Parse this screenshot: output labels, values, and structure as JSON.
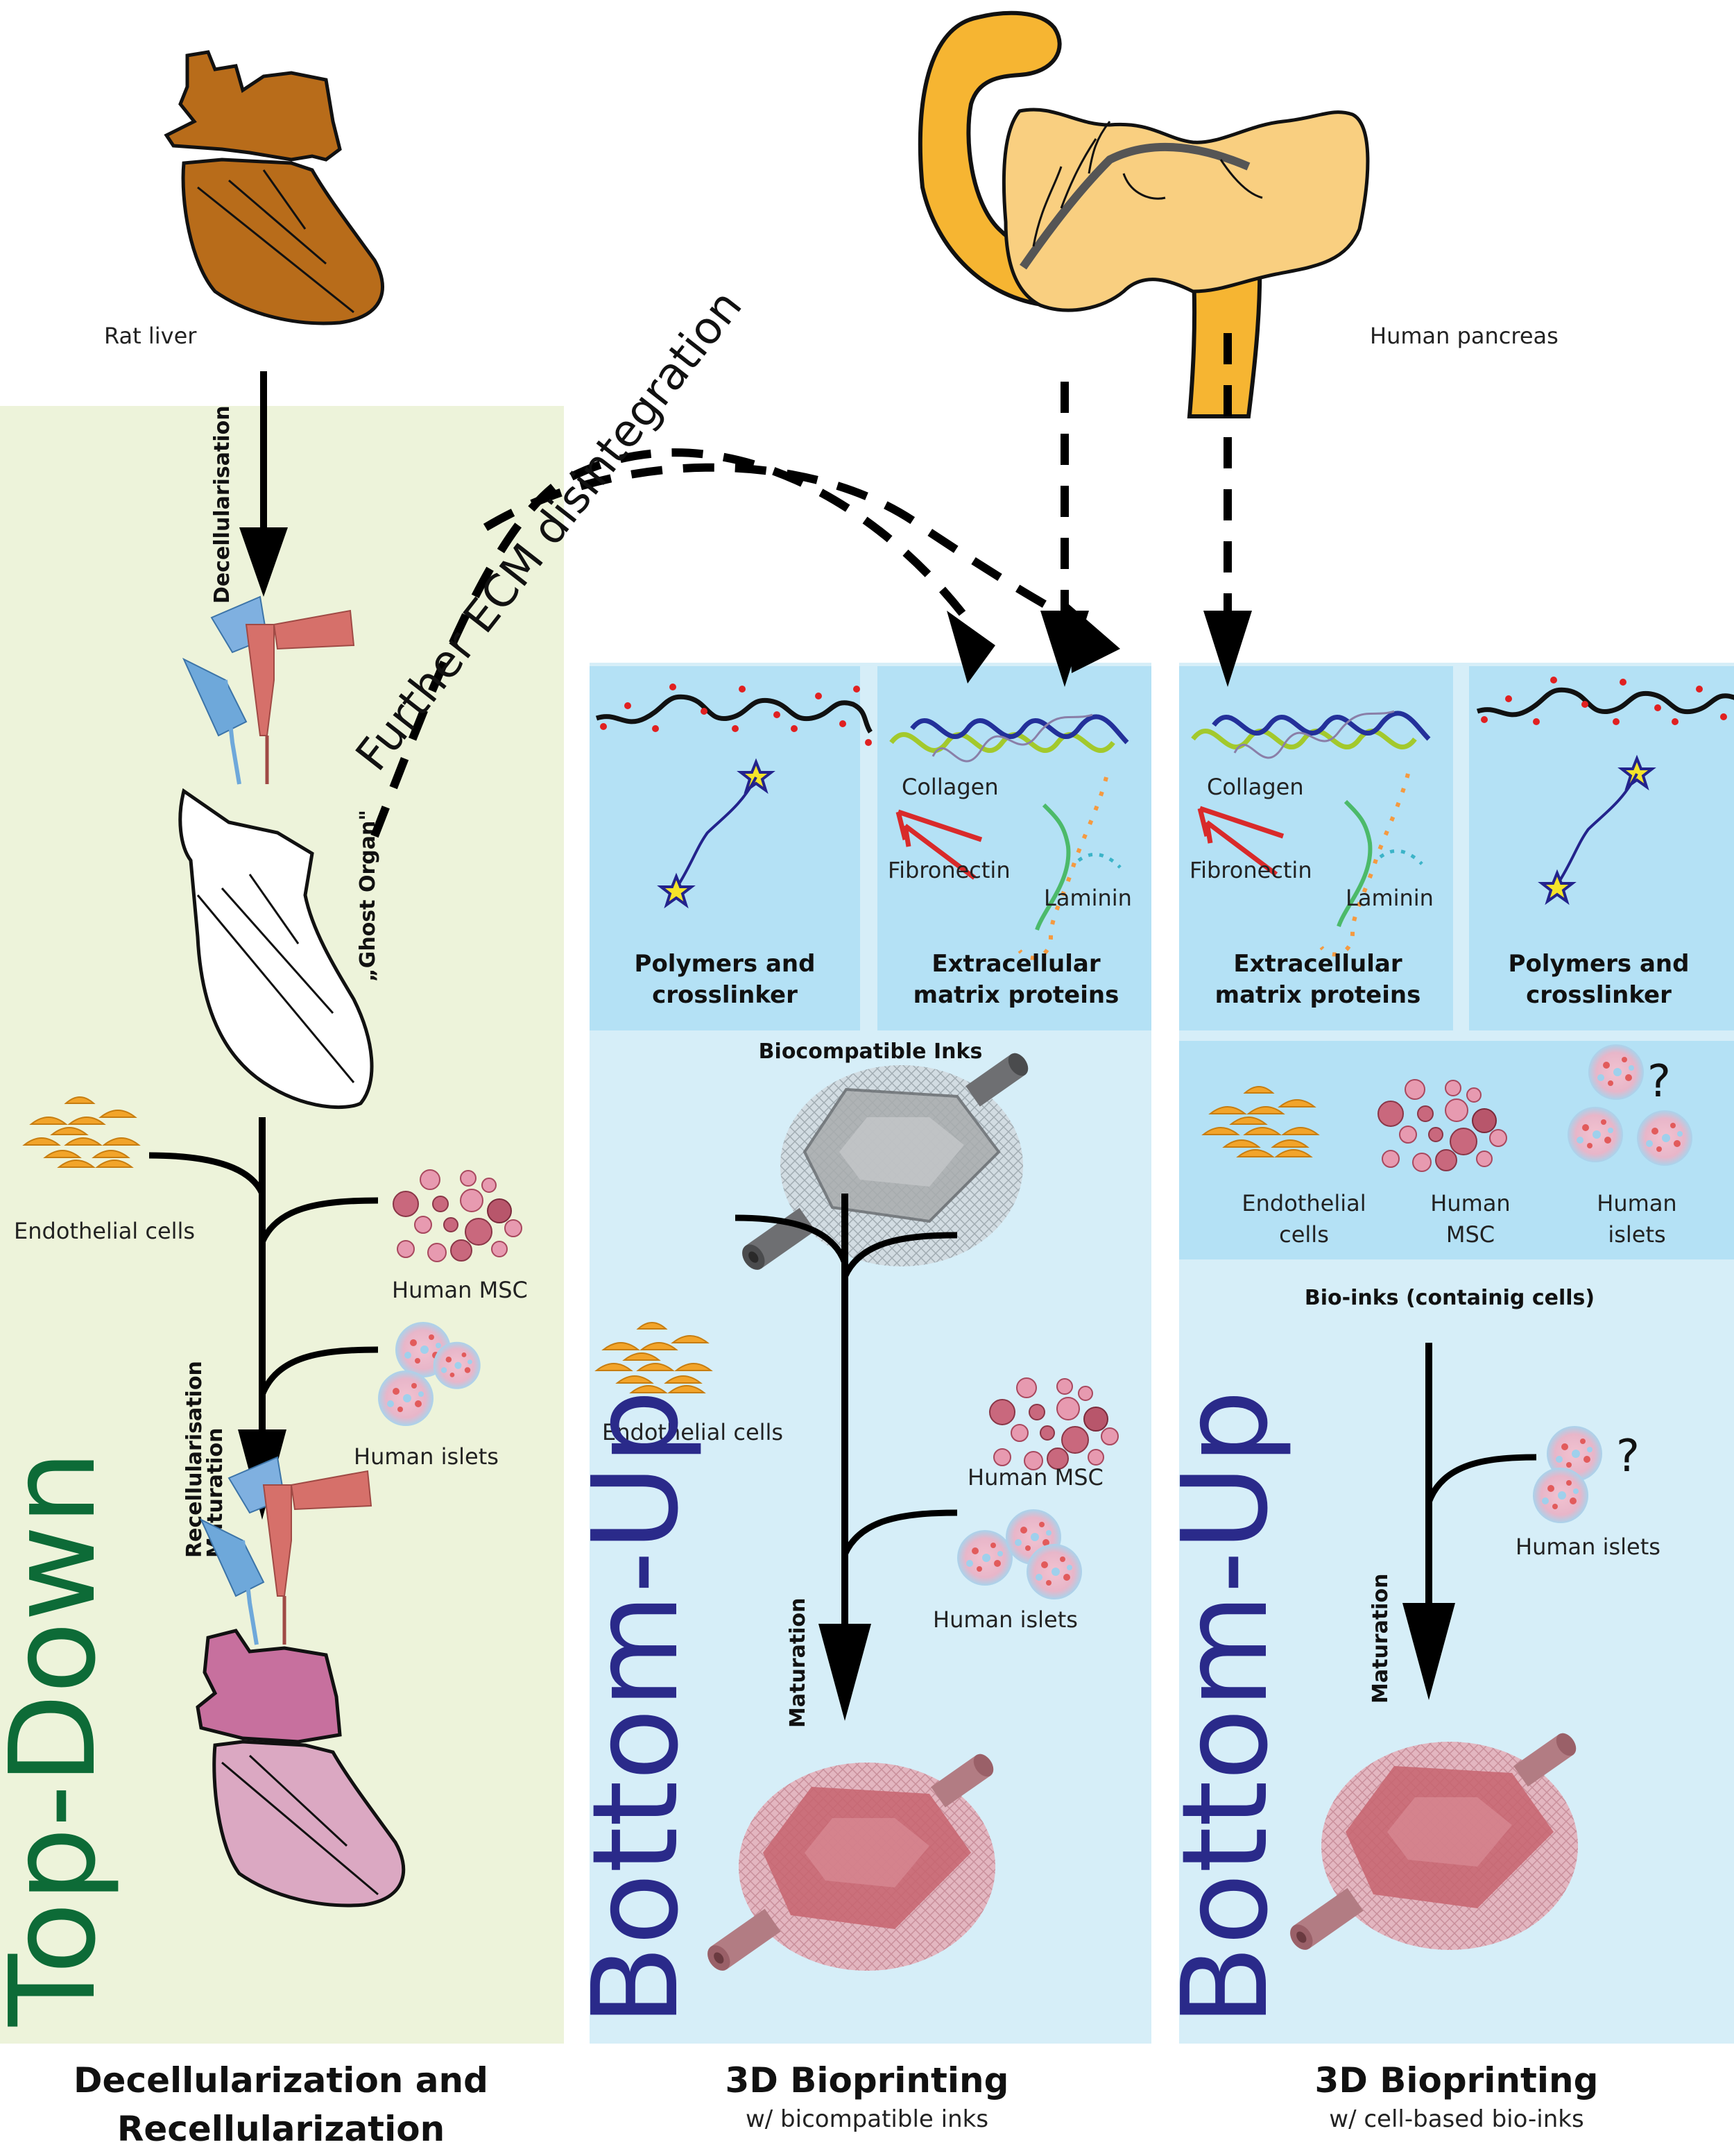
{
  "sources": {
    "rat_liver": "Rat liver",
    "human_pancreas": "Human pancreas"
  },
  "curve_label": "Further ECM disintegration",
  "top_down": {
    "heading": "Top-Down",
    "step_decell": "Decellularisation",
    "ghost_organ": "„Ghost Organ\"",
    "step_recell_1": "Recellularisation",
    "step_recell_2": "Maturation",
    "endothelial": "Endothelial cells",
    "msc": "Human MSC",
    "islets": "Human islets",
    "footer_title_1": "Decellularization and",
    "footer_title_2": "Recellularization"
  },
  "bottom_up_inks": {
    "heading": "Bottom-Up",
    "polymers_1": "Polymers and",
    "polymers_2": "crosslinker",
    "ecm_1": "Extracellular",
    "ecm_2": "matrix  proteins",
    "collagen": "Collagen",
    "fibronectin": "Fibronectin",
    "laminin": "Laminin",
    "section_label": "Biocompatible Inks",
    "endothelial": "Endothelial cells",
    "msc": "Human MSC",
    "islets": "Human islets",
    "maturation": "Maturation",
    "footer_title": "3D Bioprinting",
    "footer_sub": "w/ bicompatible inks"
  },
  "bottom_up_bioinks": {
    "heading": "Bottom-Up",
    "polymers_1": "Polymers and",
    "polymers_2": "crosslinker",
    "ecm_1": "Extracellular",
    "ecm_2": "matrix  proteins",
    "collagen": "Collagen",
    "fibronectin": "Fibronectin",
    "laminin": "Laminin",
    "endothelial_1": "Endothelial",
    "endothelial_2": "cells",
    "msc_1": "Human",
    "msc_2": "MSC",
    "islets_1": "Human",
    "islets_2": "islets",
    "question": "?",
    "section_label": "Bio-inks (containig cells)",
    "islets_question": "?",
    "islets_label": "Human islets",
    "maturation": "Maturation",
    "footer_title": "3D Bioprinting",
    "footer_sub": "w/ cell-based bio-inks"
  },
  "colors": {
    "top_down_bg": "#edf3da",
    "panel_light": "#d6eef8",
    "panel_dark": "#b4e1f5",
    "liver": "#b86c1a",
    "pancreas_outer": "#f6b532",
    "pancreas_inner": "#f9cf80",
    "recell_liver": "#cc7aa4",
    "top_down_text": "#0d6b37",
    "bottom_up_text": "#2a2a8a"
  }
}
